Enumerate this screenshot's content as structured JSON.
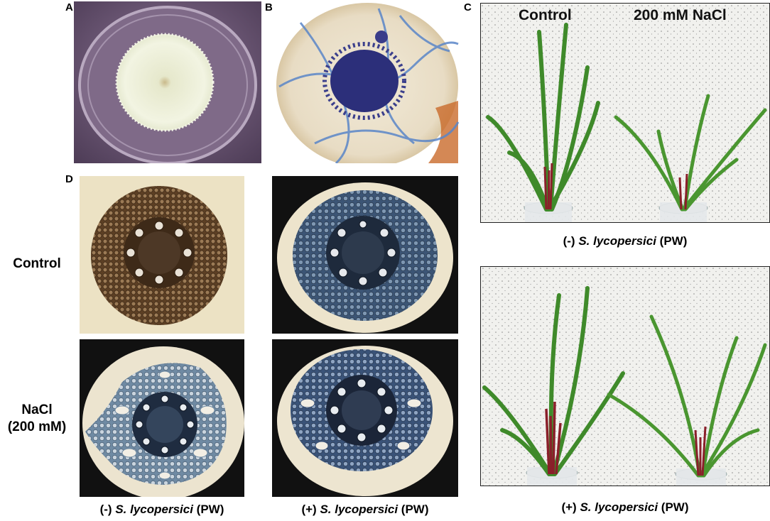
{
  "panels": {
    "a": {
      "letter": "A"
    },
    "b": {
      "letter": "B"
    },
    "c": {
      "letter": "C"
    },
    "d": {
      "letter": "D"
    }
  },
  "panel_c": {
    "col_control": "Control",
    "col_salt": "200 mM NaCl",
    "caption_top": {
      "prefix": "(-) ",
      "species": "S. lycopersici",
      "suffix": " (PW)"
    },
    "caption_bottom": {
      "prefix": "(+) ",
      "species": "S. lycopersici",
      "suffix": " (PW)"
    }
  },
  "panel_d": {
    "row_control": "Control",
    "row_nacl_line1": "NaCl",
    "row_nacl_line2": "(200 mM)",
    "caption_left": {
      "prefix": "(-) ",
      "species": "S. lycopersici",
      "suffix": " (PW)"
    },
    "caption_right": {
      "prefix": "(+) ",
      "species": "S. lycopersici",
      "suffix": " (PW)"
    }
  },
  "colors": {
    "purple_bg": "#6f5a7a",
    "fungus_white": "#eef1dc",
    "stain_blue": "#2f3f8a",
    "leaf_green": "#3f8a2a",
    "stem_red": "#8a1f2a",
    "cell_brown": "#6b4b2c"
  }
}
